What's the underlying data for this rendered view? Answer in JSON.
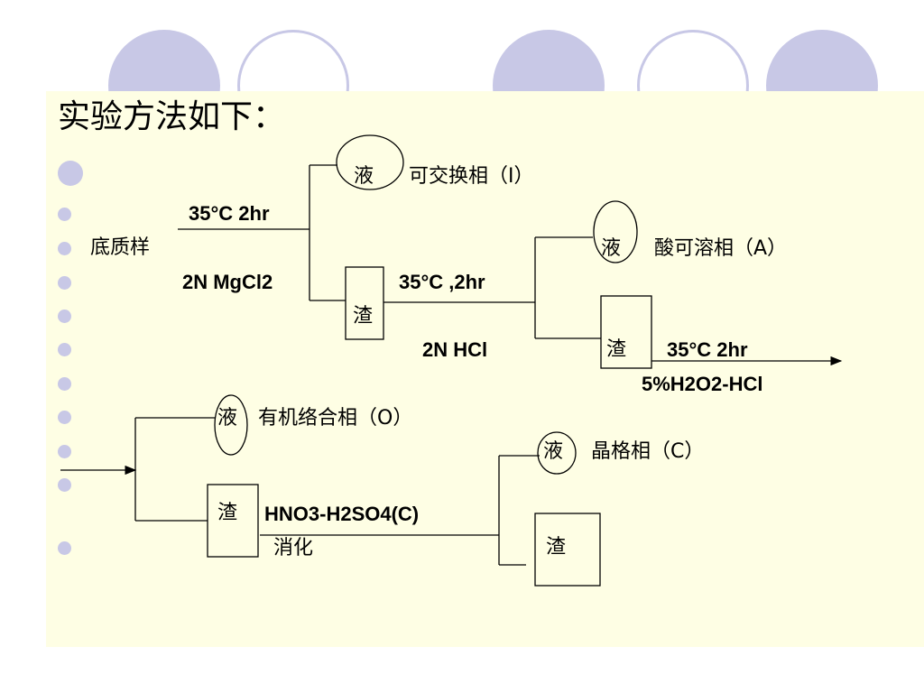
{
  "slide": {
    "title": "实验方法如下：",
    "sample_label": "底质样",
    "step1": {
      "condition": "35°C 2hr",
      "reagent": "2N MgCl2"
    },
    "step1_liquid": {
      "marker": "液",
      "label": "可交换相（I）"
    },
    "step1_residue": {
      "marker": "渣"
    },
    "step2": {
      "condition": "35°C ,2hr",
      "reagent": "2N HCl"
    },
    "step2_liquid": {
      "marker": "液",
      "label": "酸可溶相（A）"
    },
    "step2_residue": {
      "marker": "渣"
    },
    "step3": {
      "condition": "35°C 2hr",
      "reagent": "5%H2O2-HCl"
    },
    "step3_liquid": {
      "marker": "液",
      "label": "有机络合相（O）"
    },
    "step3_residue": {
      "marker": "渣"
    },
    "step4": {
      "reagent": "HNO3-H2SO4(C)",
      "process": "消化"
    },
    "step4_liquid": {
      "marker": "液",
      "label": "晶格相（C）"
    },
    "step4_residue": {
      "marker": "渣"
    }
  },
  "colors": {
    "panel_bg": "#fefee4",
    "decoration": "#c8c8e6",
    "line": "#000000"
  }
}
